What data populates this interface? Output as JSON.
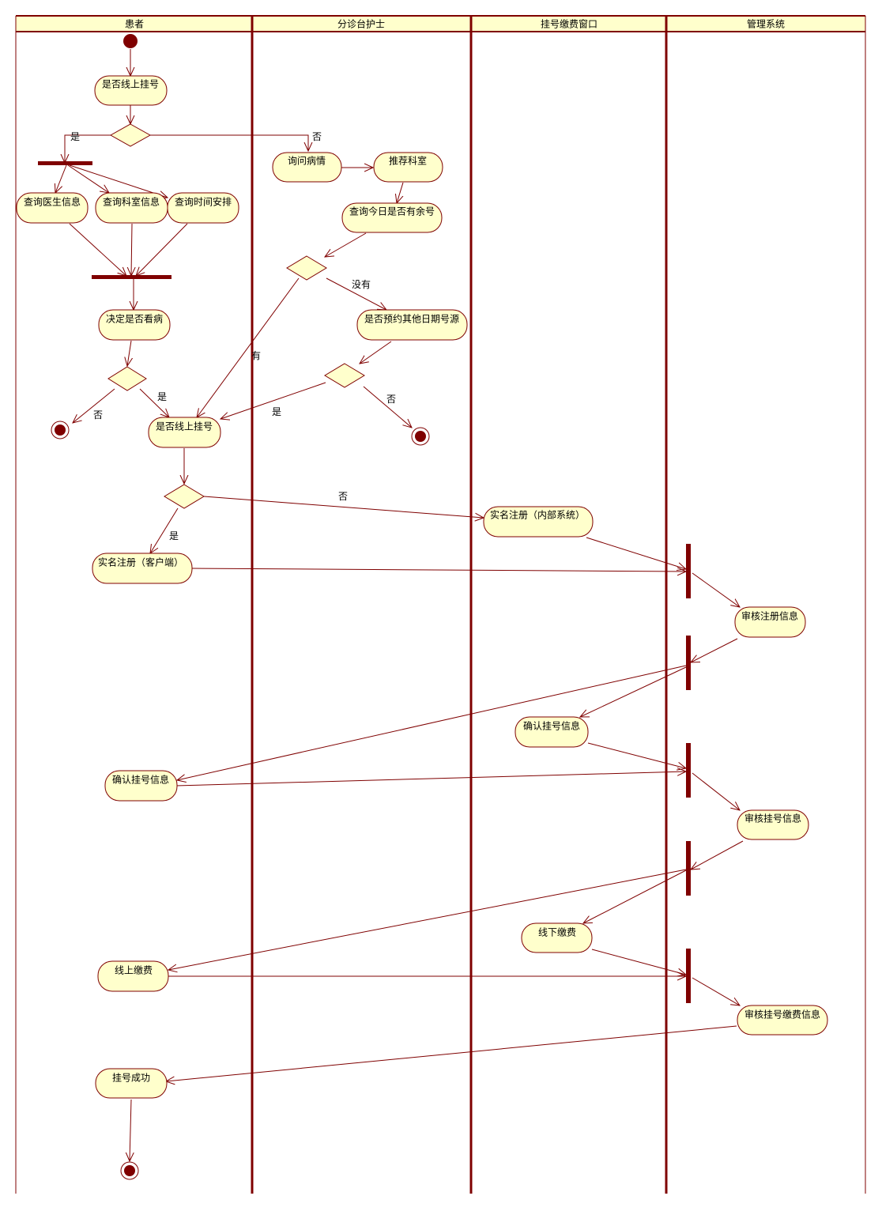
{
  "colors": {
    "line": "#7f0000",
    "node_fill": "#ffffcc",
    "node_stroke": "#7f0000",
    "header_fill": "#ffffcc",
    "bar": "#7f0000",
    "text": "#000000"
  },
  "lanes": [
    {
      "id": "patient",
      "title": "患者"
    },
    {
      "id": "nurse",
      "title": "分诊台护士"
    },
    {
      "id": "window",
      "title": "挂号缴费窗口"
    },
    {
      "id": "system",
      "title": "管理系统"
    }
  ],
  "activities": [
    {
      "id": "a1",
      "label": "是否线上挂号"
    },
    {
      "id": "a2",
      "label": "询问病情"
    },
    {
      "id": "a3",
      "label": "推荐科室"
    },
    {
      "id": "a4",
      "label": "查询医生信息"
    },
    {
      "id": "a5",
      "label": "查询科室信息"
    },
    {
      "id": "a6",
      "label": "查询时间安排"
    },
    {
      "id": "a7",
      "label": "查询今日是否有余号"
    },
    {
      "id": "a8",
      "label": "决定是否看病"
    },
    {
      "id": "a9",
      "label": "是否预约其他日期号源"
    },
    {
      "id": "a10",
      "label": "是否线上挂号"
    },
    {
      "id": "a11",
      "label": "实名注册（内部系统）"
    },
    {
      "id": "a12",
      "label": "实名注册（客户端）"
    },
    {
      "id": "a13",
      "label": "审核注册信息"
    },
    {
      "id": "a14",
      "label": "确认挂号信息"
    },
    {
      "id": "a15",
      "label": "确认挂号信息"
    },
    {
      "id": "a16",
      "label": "审核挂号信息"
    },
    {
      "id": "a17",
      "label": "线下缴费"
    },
    {
      "id": "a18",
      "label": "线上缴费"
    },
    {
      "id": "a19",
      "label": "审核挂号缴费信息"
    },
    {
      "id": "a20",
      "label": "挂号成功"
    }
  ],
  "edge_labels": [
    {
      "id": "l1",
      "text": "是"
    },
    {
      "id": "l2",
      "text": "否"
    },
    {
      "id": "l3",
      "text": "没有"
    },
    {
      "id": "l4",
      "text": "有"
    },
    {
      "id": "l5",
      "text": "是"
    },
    {
      "id": "l6",
      "text": "否"
    },
    {
      "id": "l7",
      "text": "是"
    },
    {
      "id": "l8",
      "text": "否"
    },
    {
      "id": "l9",
      "text": "否"
    },
    {
      "id": "l10",
      "text": "是"
    }
  ]
}
